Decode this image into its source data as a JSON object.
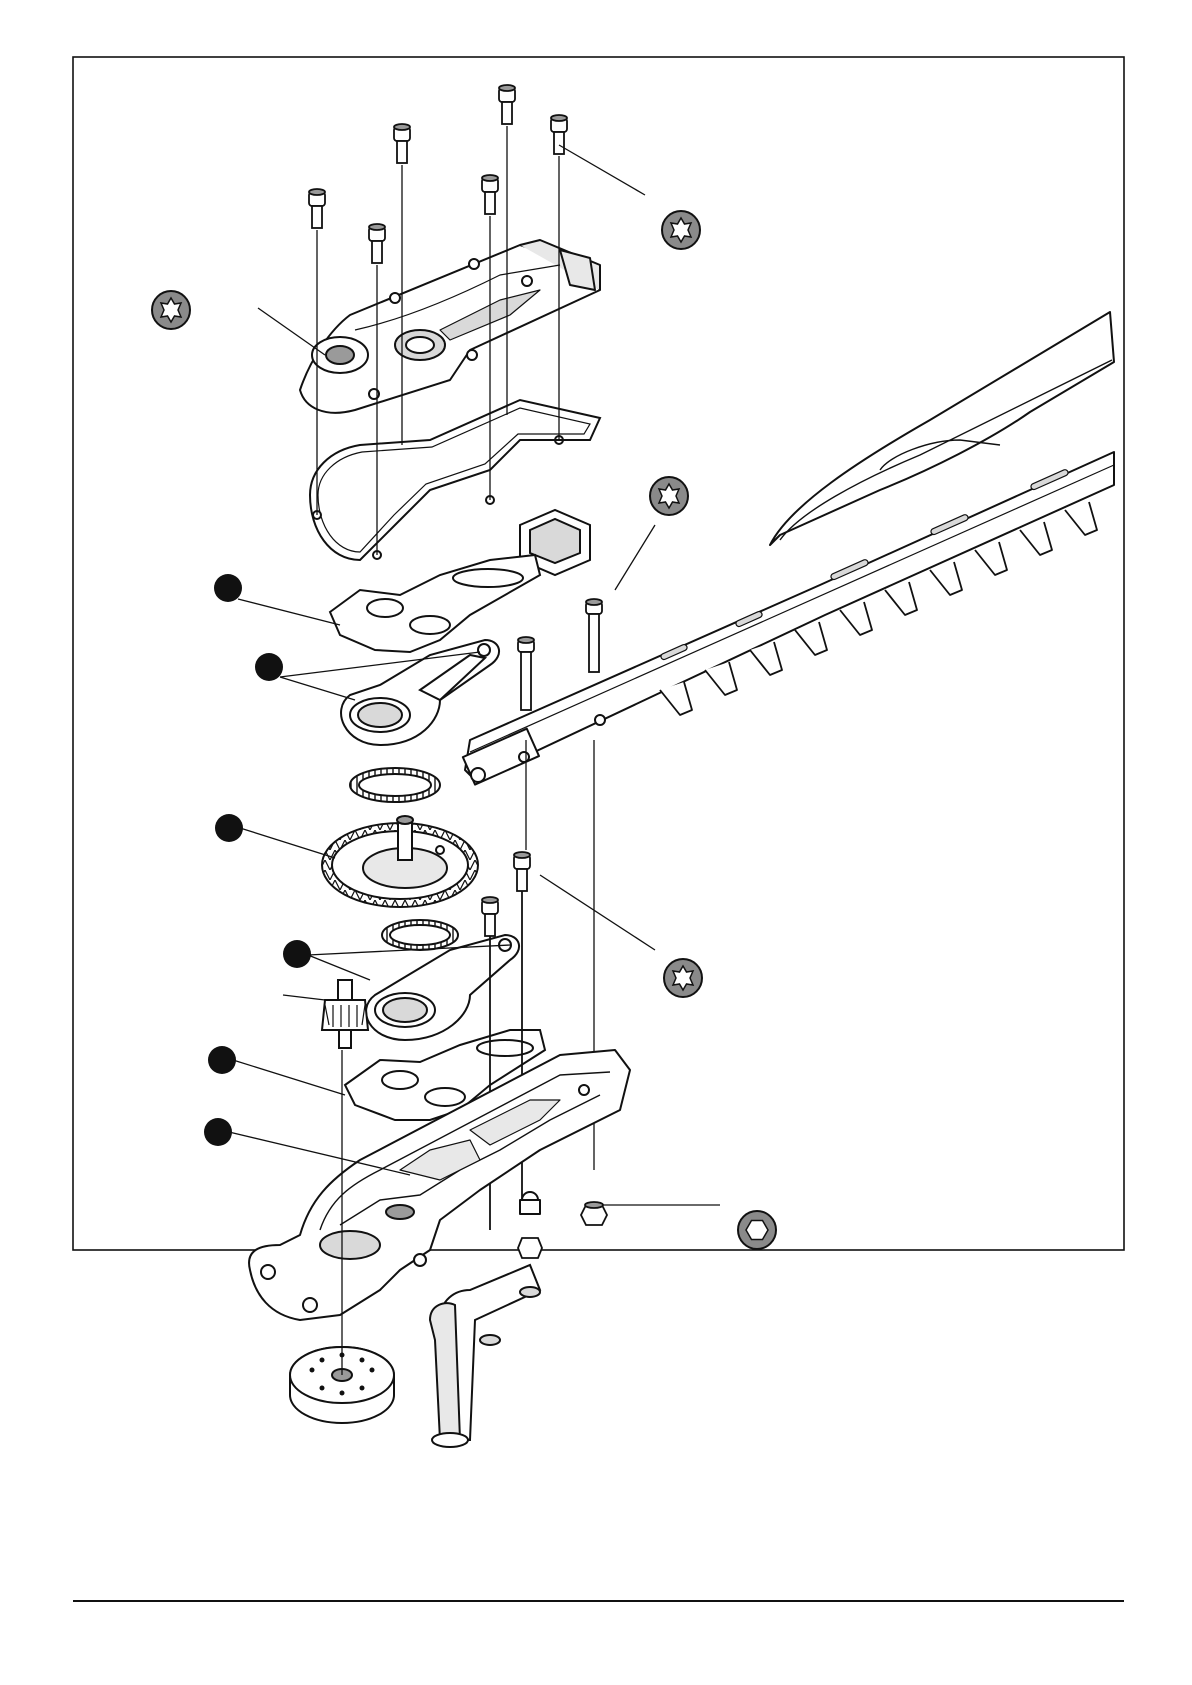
{
  "figure": {
    "frame": "exploded-view-diagram",
    "callout_dots": 6,
    "torx_symbols": 4,
    "hex_symbols": 1,
    "colors": {
      "line": "#111111",
      "part_fill": "#ffffff",
      "shade": "#d9d9d9",
      "dark_shade": "#9a9a9a",
      "callout": "#111111"
    },
    "icons": [
      "torx-icon",
      "hex-socket-icon",
      "callout-dot"
    ]
  }
}
